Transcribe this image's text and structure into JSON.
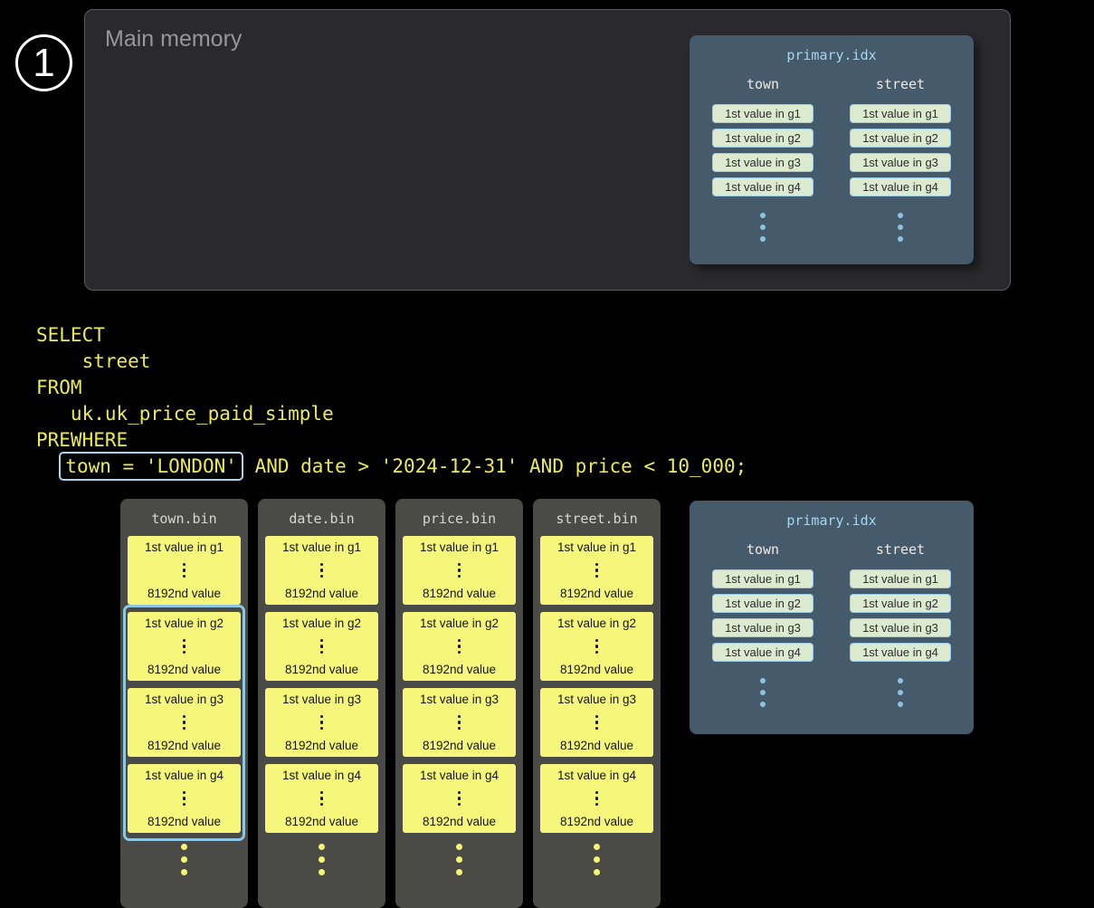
{
  "step_badge": {
    "number": "1"
  },
  "main_memory": {
    "title": "Main memory"
  },
  "primary_idx": {
    "title": "primary.idx",
    "columns": [
      {
        "header": "town",
        "entries": [
          "1st value in g1",
          "1st value in g2",
          "1st value in g3",
          "1st value in g4"
        ]
      },
      {
        "header": "street",
        "entries": [
          "1st value in g1",
          "1st value in g2",
          "1st value in g3",
          "1st value in g4"
        ]
      }
    ]
  },
  "sql": {
    "lines": [
      "SELECT",
      "    street",
      "FROM",
      "   uk.uk_price_paid_simple",
      "PREWHERE"
    ],
    "prewhere": {
      "indent": "  ",
      "highlighted": "town = 'LONDON'",
      "rest": " AND date > '2024-12-31' AND price < 10_000;"
    }
  },
  "bin_files": [
    {
      "name": "town.bin",
      "selected_granules": [
        2,
        3,
        4
      ],
      "granules": [
        {
          "first": "1st value in g1",
          "last": "8192nd value"
        },
        {
          "first": "1st value in g2",
          "last": "8192nd value"
        },
        {
          "first": "1st value in g3",
          "last": "8192nd value"
        },
        {
          "first": "1st value in g4",
          "last": "8192nd value"
        }
      ]
    },
    {
      "name": "date.bin",
      "selected_granules": [],
      "granules": [
        {
          "first": "1st value in g1",
          "last": "8192nd value"
        },
        {
          "first": "1st value in g2",
          "last": "8192nd value"
        },
        {
          "first": "1st value in g3",
          "last": "8192nd value"
        },
        {
          "first": "1st value in g4",
          "last": "8192nd value"
        }
      ]
    },
    {
      "name": "price.bin",
      "selected_granules": [],
      "granules": [
        {
          "first": "1st value in g1",
          "last": "8192nd value"
        },
        {
          "first": "1st value in g2",
          "last": "8192nd value"
        },
        {
          "first": "1st value in g3",
          "last": "8192nd value"
        },
        {
          "first": "1st value in g4",
          "last": "8192nd value"
        }
      ]
    },
    {
      "name": "street.bin",
      "selected_granules": [],
      "granules": [
        {
          "first": "1st value in g1",
          "last": "8192nd value"
        },
        {
          "first": "1st value in g2",
          "last": "8192nd value"
        },
        {
          "first": "1st value in g3",
          "last": "8192nd value"
        },
        {
          "first": "1st value in g4",
          "last": "8192nd value"
        }
      ]
    }
  ],
  "colors": {
    "background": "#000000",
    "sql_text": "#eceb57",
    "highlight_border": "#a7d6ef",
    "granule_fill": "#f6f67b",
    "index_entry_fill": "#dcead0",
    "index_entry_border": "#9ccae6",
    "index_panel": "#455a6b",
    "bin_panel": "#4a4a47",
    "main_memory_panel": "#2a2a2e",
    "selection_outline": "#8fc6e2"
  }
}
